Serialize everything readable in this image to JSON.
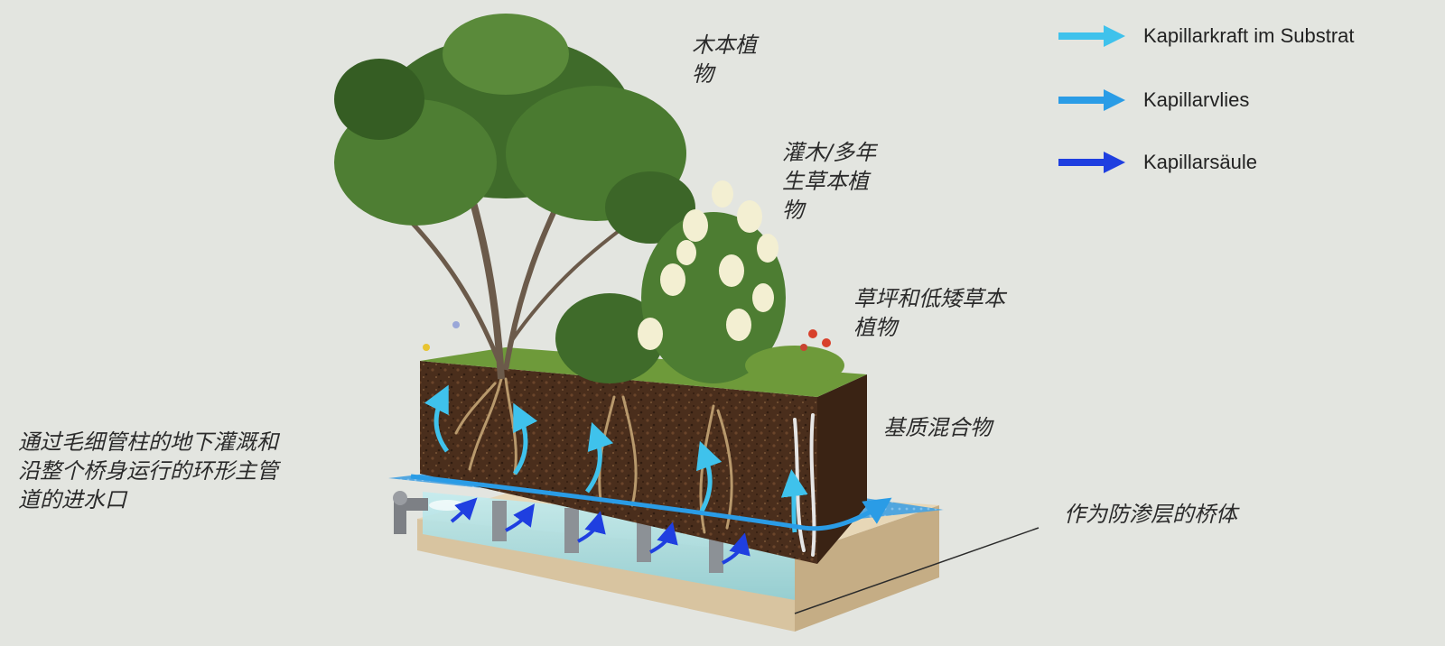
{
  "labels": {
    "woody": [
      "木本植",
      "物"
    ],
    "shrub": [
      "灌木/多年",
      "生草本植",
      "物"
    ],
    "lawn": [
      "草坪和低矮草本",
      "植物"
    ],
    "substrate": [
      "基质混合物"
    ],
    "inlet": [
      "通过毛细管柱的地下灌溉和",
      "沿整个桥身运行的环形主管",
      "道的进水口"
    ],
    "bridge": [
      "作为防渗层的桥体"
    ]
  },
  "legend": [
    {
      "label": "Kapillarkraft im Substrat",
      "color": "#3fc2ec"
    },
    {
      "label": "Kapillarvlies",
      "color": "#2a9ce6"
    },
    {
      "label": "Kapillarsäule",
      "color": "#1f3fe0"
    }
  ],
  "colors": {
    "background": "#e3e5e0",
    "soil": "#4a2e1c",
    "grass": "#6e9a3a",
    "foliage": "#3f6b2a",
    "flowers": "#f3efd2",
    "fleece": "#4aa3e0",
    "water": "#a9dbe0",
    "base": "#d8c4a0"
  }
}
